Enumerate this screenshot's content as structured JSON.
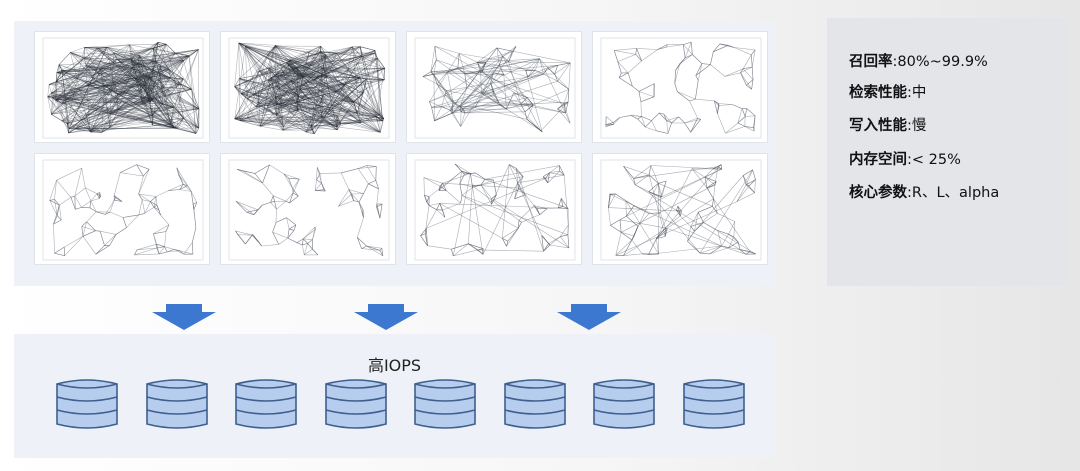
{
  "graph_grid": {
    "tiles": [
      {
        "id": "g1",
        "density": "very-high"
      },
      {
        "id": "g2",
        "density": "very-high"
      },
      {
        "id": "g3",
        "density": "medium"
      },
      {
        "id": "g4",
        "density": "low"
      },
      {
        "id": "g5",
        "density": "low"
      },
      {
        "id": "g6",
        "density": "low"
      },
      {
        "id": "g7",
        "density": "medium-low"
      },
      {
        "id": "g8",
        "density": "medium-low"
      }
    ]
  },
  "arrows": {
    "count": 3,
    "color": "#3d78d0"
  },
  "storage": {
    "label": "高IOPS",
    "disk_count": 8,
    "disk_fill": "#b7cdee",
    "disk_stroke": "#3f5f8f"
  },
  "info": {
    "rows": [
      {
        "key": "召回率",
        "sep": ":",
        "value": "80%~99.9%"
      },
      {
        "key": "检索性能",
        "sep": ":",
        "value": "中"
      },
      {
        "key": "写入性能",
        "sep": ":",
        "value": "慢"
      },
      {
        "key": "内存空间",
        "sep": ":",
        "value": "< 25%"
      },
      {
        "key": "核心参数",
        "sep": ":",
        "value": "R、L、alpha"
      }
    ]
  }
}
